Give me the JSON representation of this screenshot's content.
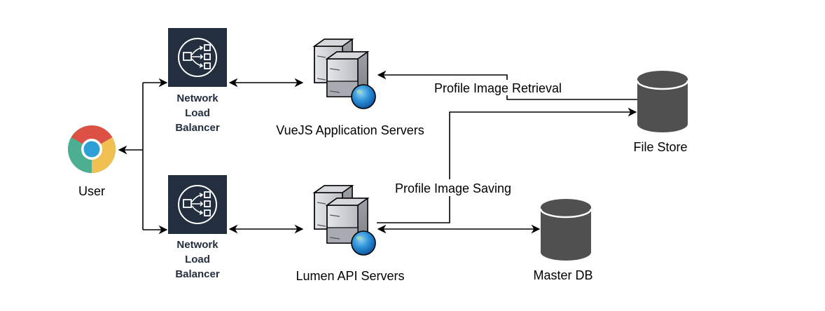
{
  "diagram": {
    "nodes": {
      "user": {
        "label": "User",
        "icon": "chrome-browser-icon"
      },
      "nlb_top": {
        "label_lines": [
          "Network",
          "Load",
          "Balancer"
        ],
        "icon": "network-load-balancer-icon",
        "color": "#232f3e"
      },
      "nlb_bottom": {
        "label_lines": [
          "Network",
          "Load",
          "Balancer"
        ],
        "icon": "network-load-balancer-icon",
        "color": "#232f3e"
      },
      "vue_servers": {
        "label": "VueJS Application Servers",
        "icon": "web-server-icon"
      },
      "lumen_servers": {
        "label": "Lumen API Servers",
        "icon": "web-server-icon"
      },
      "file_store": {
        "label": "File Store",
        "icon": "database-cylinder-icon",
        "color": "#505050"
      },
      "master_db": {
        "label": "Master DB",
        "icon": "database-cylinder-icon",
        "color": "#505050"
      }
    },
    "edges": [
      {
        "from": "nlb_top",
        "to": "user",
        "label": ""
      },
      {
        "from": "user",
        "to": "nlb_top",
        "label": ""
      },
      {
        "from": "user",
        "to": "nlb_bottom",
        "label": ""
      },
      {
        "from": "nlb_top",
        "to": "vue_servers",
        "label": "",
        "bidirectional": true
      },
      {
        "from": "nlb_bottom",
        "to": "lumen_servers",
        "label": "",
        "bidirectional": true
      },
      {
        "from": "file_store",
        "to": "vue_servers",
        "label": "Profile Image Retrieval"
      },
      {
        "from": "lumen_servers",
        "to": "file_store",
        "label": "Profile Image Saving"
      },
      {
        "from": "lumen_servers",
        "to": "master_db",
        "label": "",
        "bidirectional": true
      }
    ]
  }
}
